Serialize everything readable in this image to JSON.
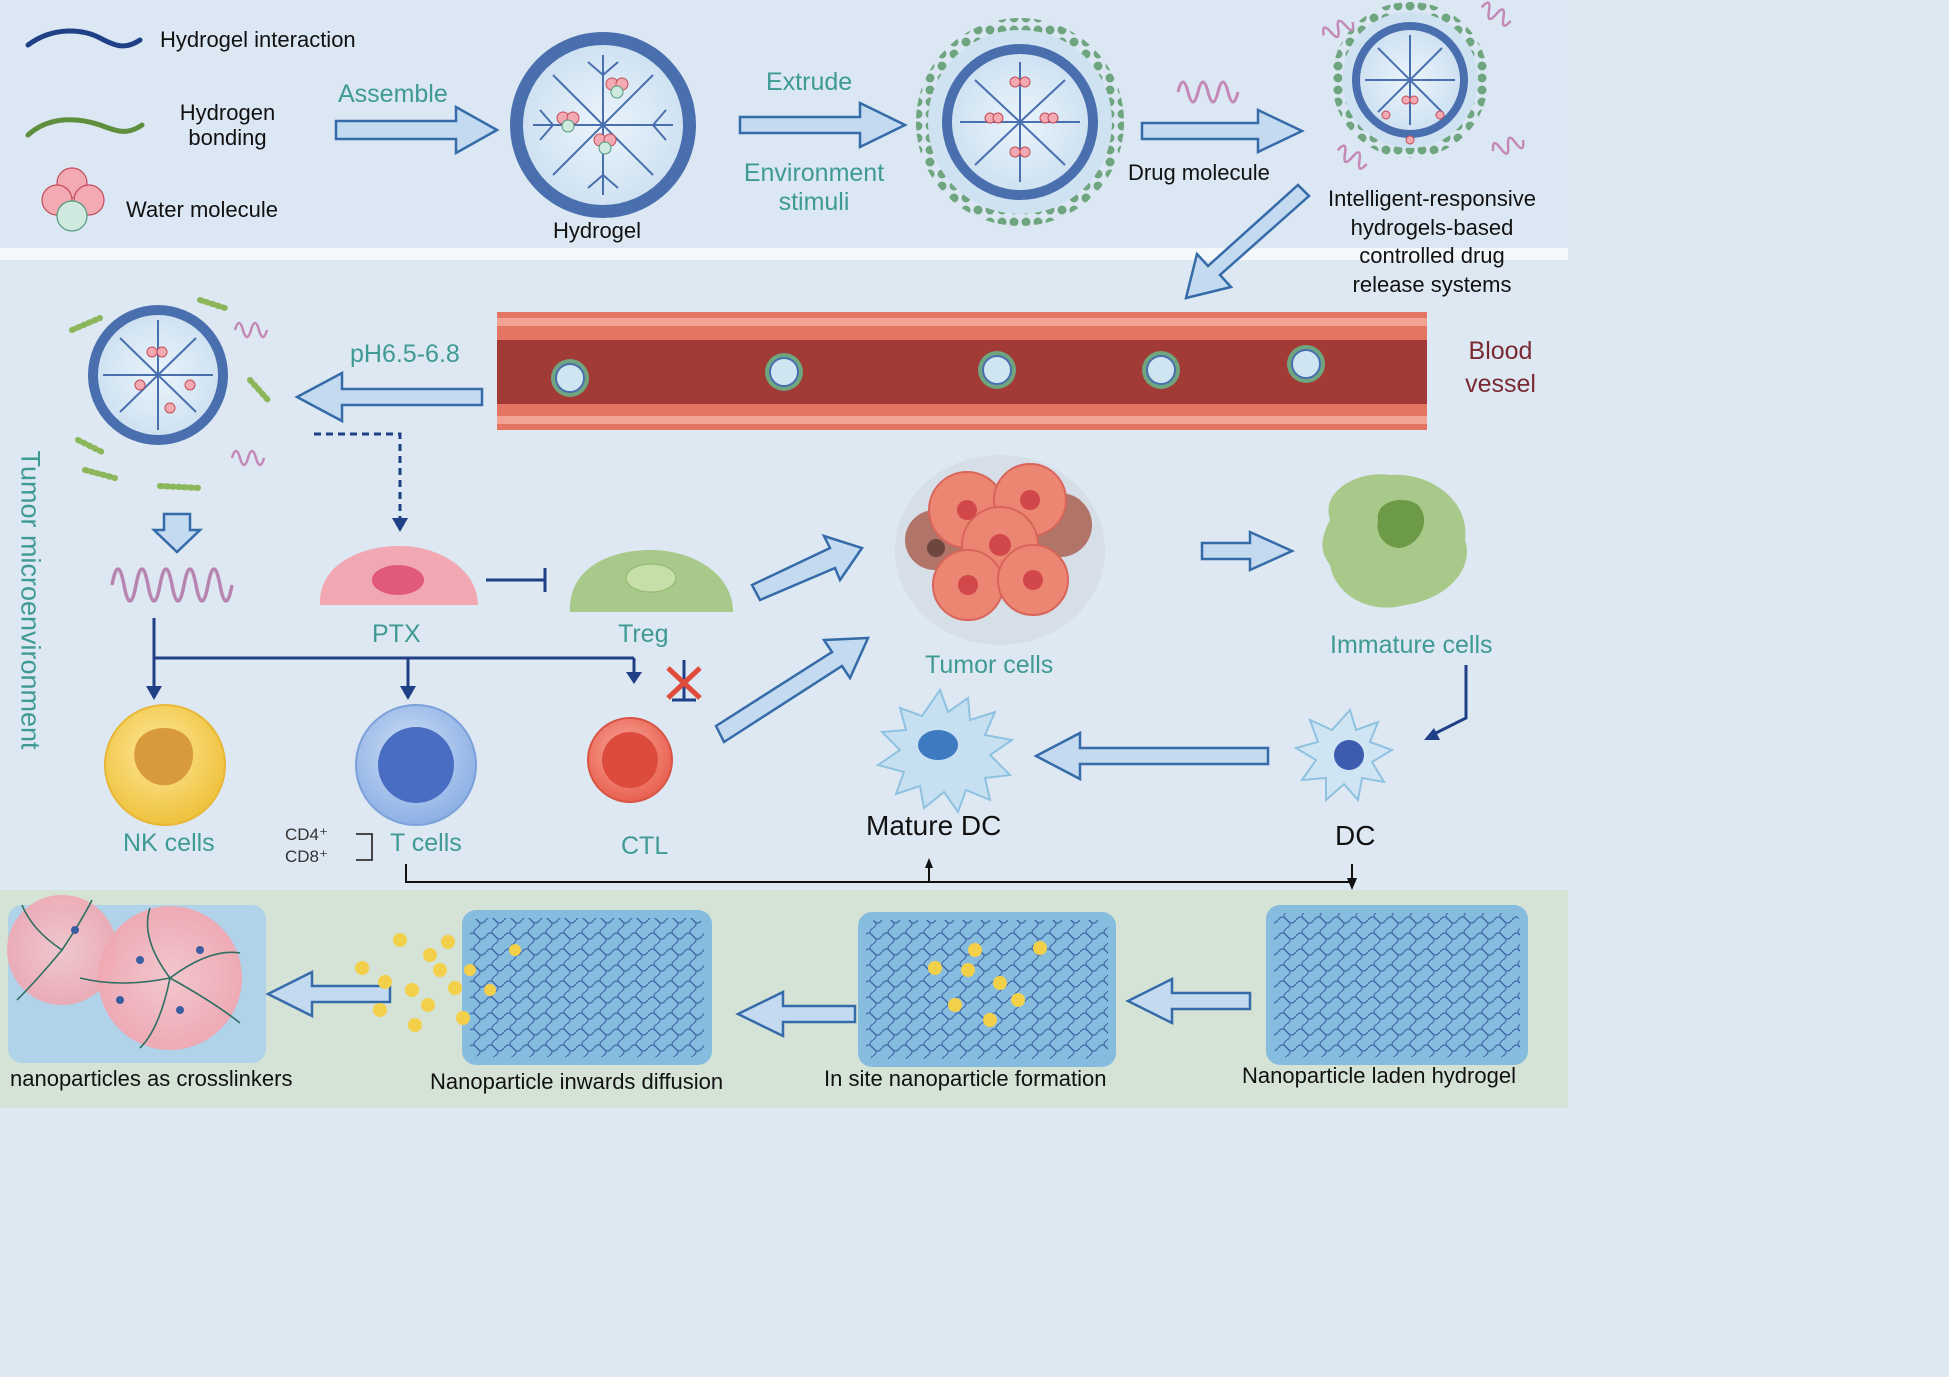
{
  "legend": {
    "hydrogel_interaction": "Hydrogel interaction",
    "hydrogen_bonding": "Hydrogen\nbonding",
    "water_molecule": "Water molecule"
  },
  "top_row": {
    "assemble": "Assemble",
    "hydrogel": "Hydrogel",
    "extrude": "Extrude",
    "environment_stimuli": "Environment\nstimuli",
    "drug_molecule": "Drug molecule",
    "intelligent_system": "Intelligent-responsive\nhydrogels-based\ncontrolled drug\nrelease systems"
  },
  "middle": {
    "side_title": "Tumor microenvironment",
    "ph_label": "pH6.5-6.8",
    "blood_vessel": "Blood\nvessel",
    "ptx": "PTX",
    "treg": "Treg",
    "tumor_cells": "Tumor cells",
    "immature_cells": "Immature cells",
    "nk_cells": "NK cells",
    "t_cells": "T cells",
    "cd4": "CD4⁺",
    "cd8": "CD8⁺",
    "ctl": "CTL",
    "mature_dc": "Mature DC",
    "dc": "DC"
  },
  "bottom_row": {
    "crosslinkers": "nanoparticles as crosslinkers",
    "inwards_diffusion": "Nanoparticle inwards diffusion",
    "in_site_formation": "In site nanoparticle formation",
    "laden_hydrogel": "Nanoparticle laden hydrogel"
  },
  "colors": {
    "background": "#dde8f3",
    "bottom_band": "#d6e3d3",
    "arrow_fill": "#c4daf0",
    "arrow_stroke": "#356ba8",
    "line_navy": "#1f3f86",
    "teal_text": "#3f9a94",
    "vessel_outer": "#e57563",
    "vessel_inner": "#a23a35",
    "hydrogel_blue": "#4a6fae",
    "liposome_green": "#6fa57f",
    "coil_pink": "#c489b6",
    "ptx_pink": "#f2a8b2",
    "treg_green": "#a9c98a",
    "nk_yellow": "#f2cf55",
    "t_blue": "#8fb2e6",
    "ctl_red": "#ec6a5a",
    "dc_blue": "#8fc2e0",
    "gel_blue": "#7db7de",
    "nanoparticle_yellow": "#f2d04a"
  }
}
